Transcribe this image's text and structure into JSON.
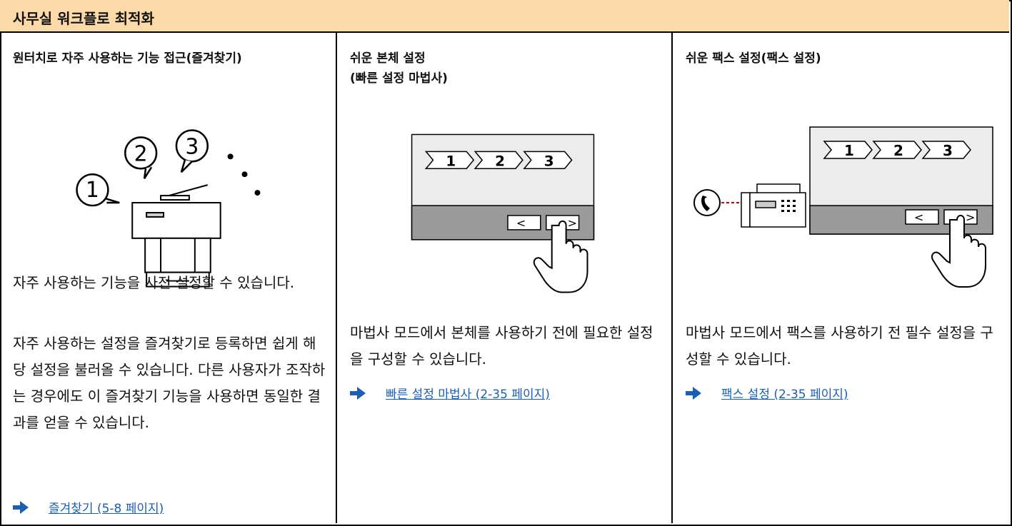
{
  "banner": {
    "title": "사무실 워크플로 최적화"
  },
  "columns": [
    {
      "title": "원터치로 자주 사용하는 기능 접근(즐겨찾기)",
      "illustration": {
        "bubbles": [
          "1",
          "2",
          "3"
        ]
      },
      "paragraphs": [
        "자주 사용하는 기능을 사전 설정할 수 있습니다.",
        "자주 사용하는 설정을 즐겨찾기로 등록하면 쉽게 해당 설정을 불러올 수 있습니다. 다른 사용자가 조작하는 경우에도 이 즐겨찾기 기능을 사용하면 동일한 결과를 얻을 수 있습니다."
      ],
      "link": "즐겨찾기 (5-8 페이지)"
    },
    {
      "title_line1": "쉬운 본체 설정",
      "title_line2": "(빠른 설정 마법사)",
      "illustration": {
        "steps": [
          "1",
          "2",
          "3"
        ],
        "prev_glyph": "<",
        "next_glyph": ">"
      },
      "paragraphs": [
        "마법사 모드에서 본체를 사용하기 전에 필요한 설정을 구성할 수 있습니다."
      ],
      "link": "빠른 설정 마법사 (2-35 페이지)"
    },
    {
      "title": "쉬운 팩스 설정(팩스 설정)",
      "illustration": {
        "steps": [
          "1",
          "2",
          "3"
        ],
        "prev_glyph": "<",
        "next_glyph": ">"
      },
      "paragraphs": [
        "마법사 모드에서 팩스를 사용하기 전 필수 설정을 구성할 수 있습니다."
      ],
      "link": "팩스 설정 (2-35 페이지)"
    }
  ],
  "colors": {
    "banner": "#fcd9a9",
    "link": "#1a5fb4",
    "screen_bar": "#9a9a9a",
    "screen": "#ececec"
  }
}
